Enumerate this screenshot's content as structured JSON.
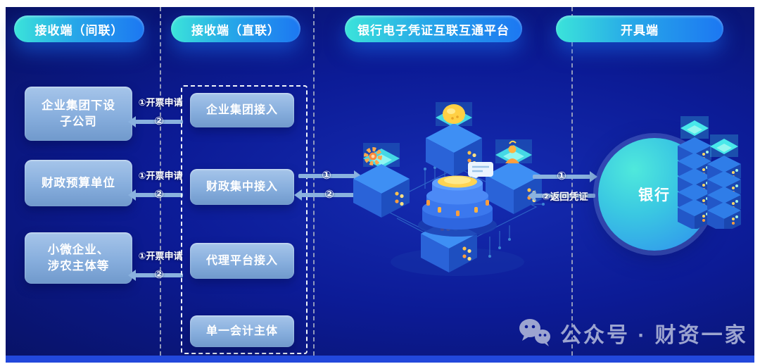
{
  "header": {
    "pills": [
      {
        "label": "接收端（间联）"
      },
      {
        "label": "接收端（直联）"
      },
      {
        "label": "银行电子凭证互联互通平台"
      },
      {
        "label": "开具端"
      }
    ]
  },
  "receivers_indirect": {
    "boxes": [
      {
        "text": "企业集团下设\n子公司"
      },
      {
        "text": "财政预算单位"
      },
      {
        "text": "小微企业、\n涉农主体等"
      }
    ]
  },
  "receivers_direct": {
    "boxes": [
      {
        "text": "企业集团接入"
      },
      {
        "text": "财政集中接入"
      },
      {
        "text": "代理平台接入"
      },
      {
        "text": "单一会计主体"
      }
    ]
  },
  "flows": {
    "request_label": "①开票申请",
    "request_return_badge": "②",
    "platform_request_badge": "①",
    "platform_return_badge": "②",
    "bank_request_badge": "①",
    "bank_return_label": "②返回凭证"
  },
  "bank": {
    "label": "银行"
  },
  "watermark": {
    "text": "公众号 · 财资一家"
  },
  "icons": {
    "platform_center": "platform-cylinder-icon",
    "platform_servers": [
      "server-cube-top-icon",
      "server-cube-left-icon",
      "server-cube-right-icon",
      "server-cube-bottom-icon"
    ],
    "accents": [
      "coin-icon",
      "gear-icon",
      "person-icon",
      "chart-bars-icon",
      "speech-bubble-icon"
    ],
    "bank_servers": "server-towers-icon",
    "watermark": "wechat-icon"
  },
  "colors": {
    "canvas_center": "#152cb2",
    "canvas_edge": "#081264",
    "bottom_strip": "#2248dc",
    "pill_gradient_start": "#3be4da",
    "pill_gradient_end": "#1c77f2",
    "node_gradient_start": "#a6c5ea",
    "node_gradient_end": "#7099cc",
    "arrow": "#8ab2df",
    "dashed_line": "#a8afc4",
    "dashed_rect": "#eef2f8",
    "bank_circle_start": "#4fe9dc",
    "bank_circle_end": "#2e8bef",
    "watermark_text": "#a9b0d6",
    "accent_orange": "#ff9e3d",
    "accent_yellow": "#ffd452",
    "accent_teal": "#49e5e9"
  }
}
